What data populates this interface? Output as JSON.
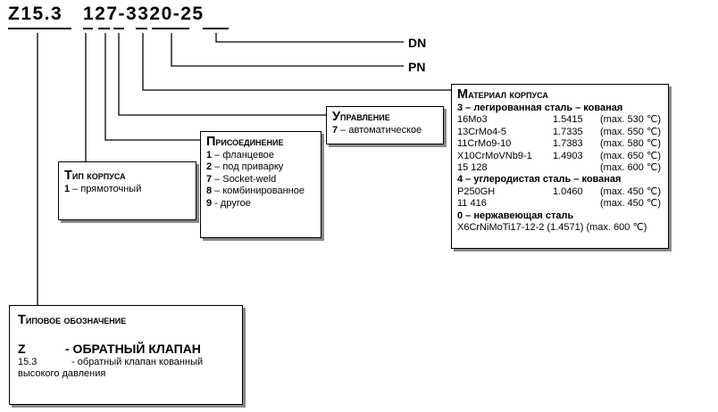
{
  "code": {
    "group1": "Z15.3",
    "group2": "127-3320-25"
  },
  "tags": {
    "dn": "DN",
    "pn": "PN"
  },
  "material": {
    "title_cap": "М",
    "title_rest": "атериал корпуса",
    "group3_header": "3 – легированная сталь – кованая",
    "group3_rows": [
      {
        "grade": "16Mo3",
        "number": "1.5415",
        "temp": "(max. 530 ℃)"
      },
      {
        "grade": "13CrMo4-5",
        "number": "1.7335",
        "temp": "(max. 550 ℃)"
      },
      {
        "grade": "11CrMo9-10",
        "number": "1.7383",
        "temp": "(max. 580 ℃)"
      },
      {
        "grade": "X10CrMoVNb9-1",
        "number": "1.4903",
        "temp": "(max. 650 ℃)"
      },
      {
        "grade": "15 128",
        "number": "",
        "temp": "(max. 600 ℃)"
      }
    ],
    "group4_header": "4 – углеродистая сталь – кованая",
    "group4_rows": [
      {
        "grade": "P250GH",
        "number": "1.0460",
        "temp": "(max. 450 ℃)"
      },
      {
        "grade": "11 416",
        "number": "",
        "temp": "(max. 450 ℃)"
      }
    ],
    "group0_header": "0 – нержавеющая сталь",
    "group0_row": "X6CrNiMoTi17-12-2 (1.4571) (max. 600 ℃)"
  },
  "control": {
    "title_cap": "У",
    "title_rest": "правление",
    "item_num": "7",
    "item_text": " – автоматическое"
  },
  "connection": {
    "title_cap": "П",
    "title_rest": "рисоединение",
    "items": [
      {
        "num": "1",
        "text": " – фланцевое"
      },
      {
        "num": "2",
        "text": " – под приварку"
      },
      {
        "num": "7",
        "text": " – Socket-weld"
      },
      {
        "num": "8",
        "text": " – комбинированное"
      },
      {
        "num": "9",
        "text": " - другое"
      }
    ]
  },
  "body_type": {
    "title_cap": "Т",
    "title_rest": "ип корпуса",
    "item_num": "1",
    "item_text": " – прямоточный"
  },
  "designation": {
    "title_cap": "Т",
    "title_rest": "иповое обозначение",
    "z_code": "Z",
    "z_text": "- ОБРАТНЫЙ КЛАПАН",
    "s_code": "15.3",
    "s_text": "- обратный клапан кованный",
    "s_text2": "высокого давления"
  }
}
